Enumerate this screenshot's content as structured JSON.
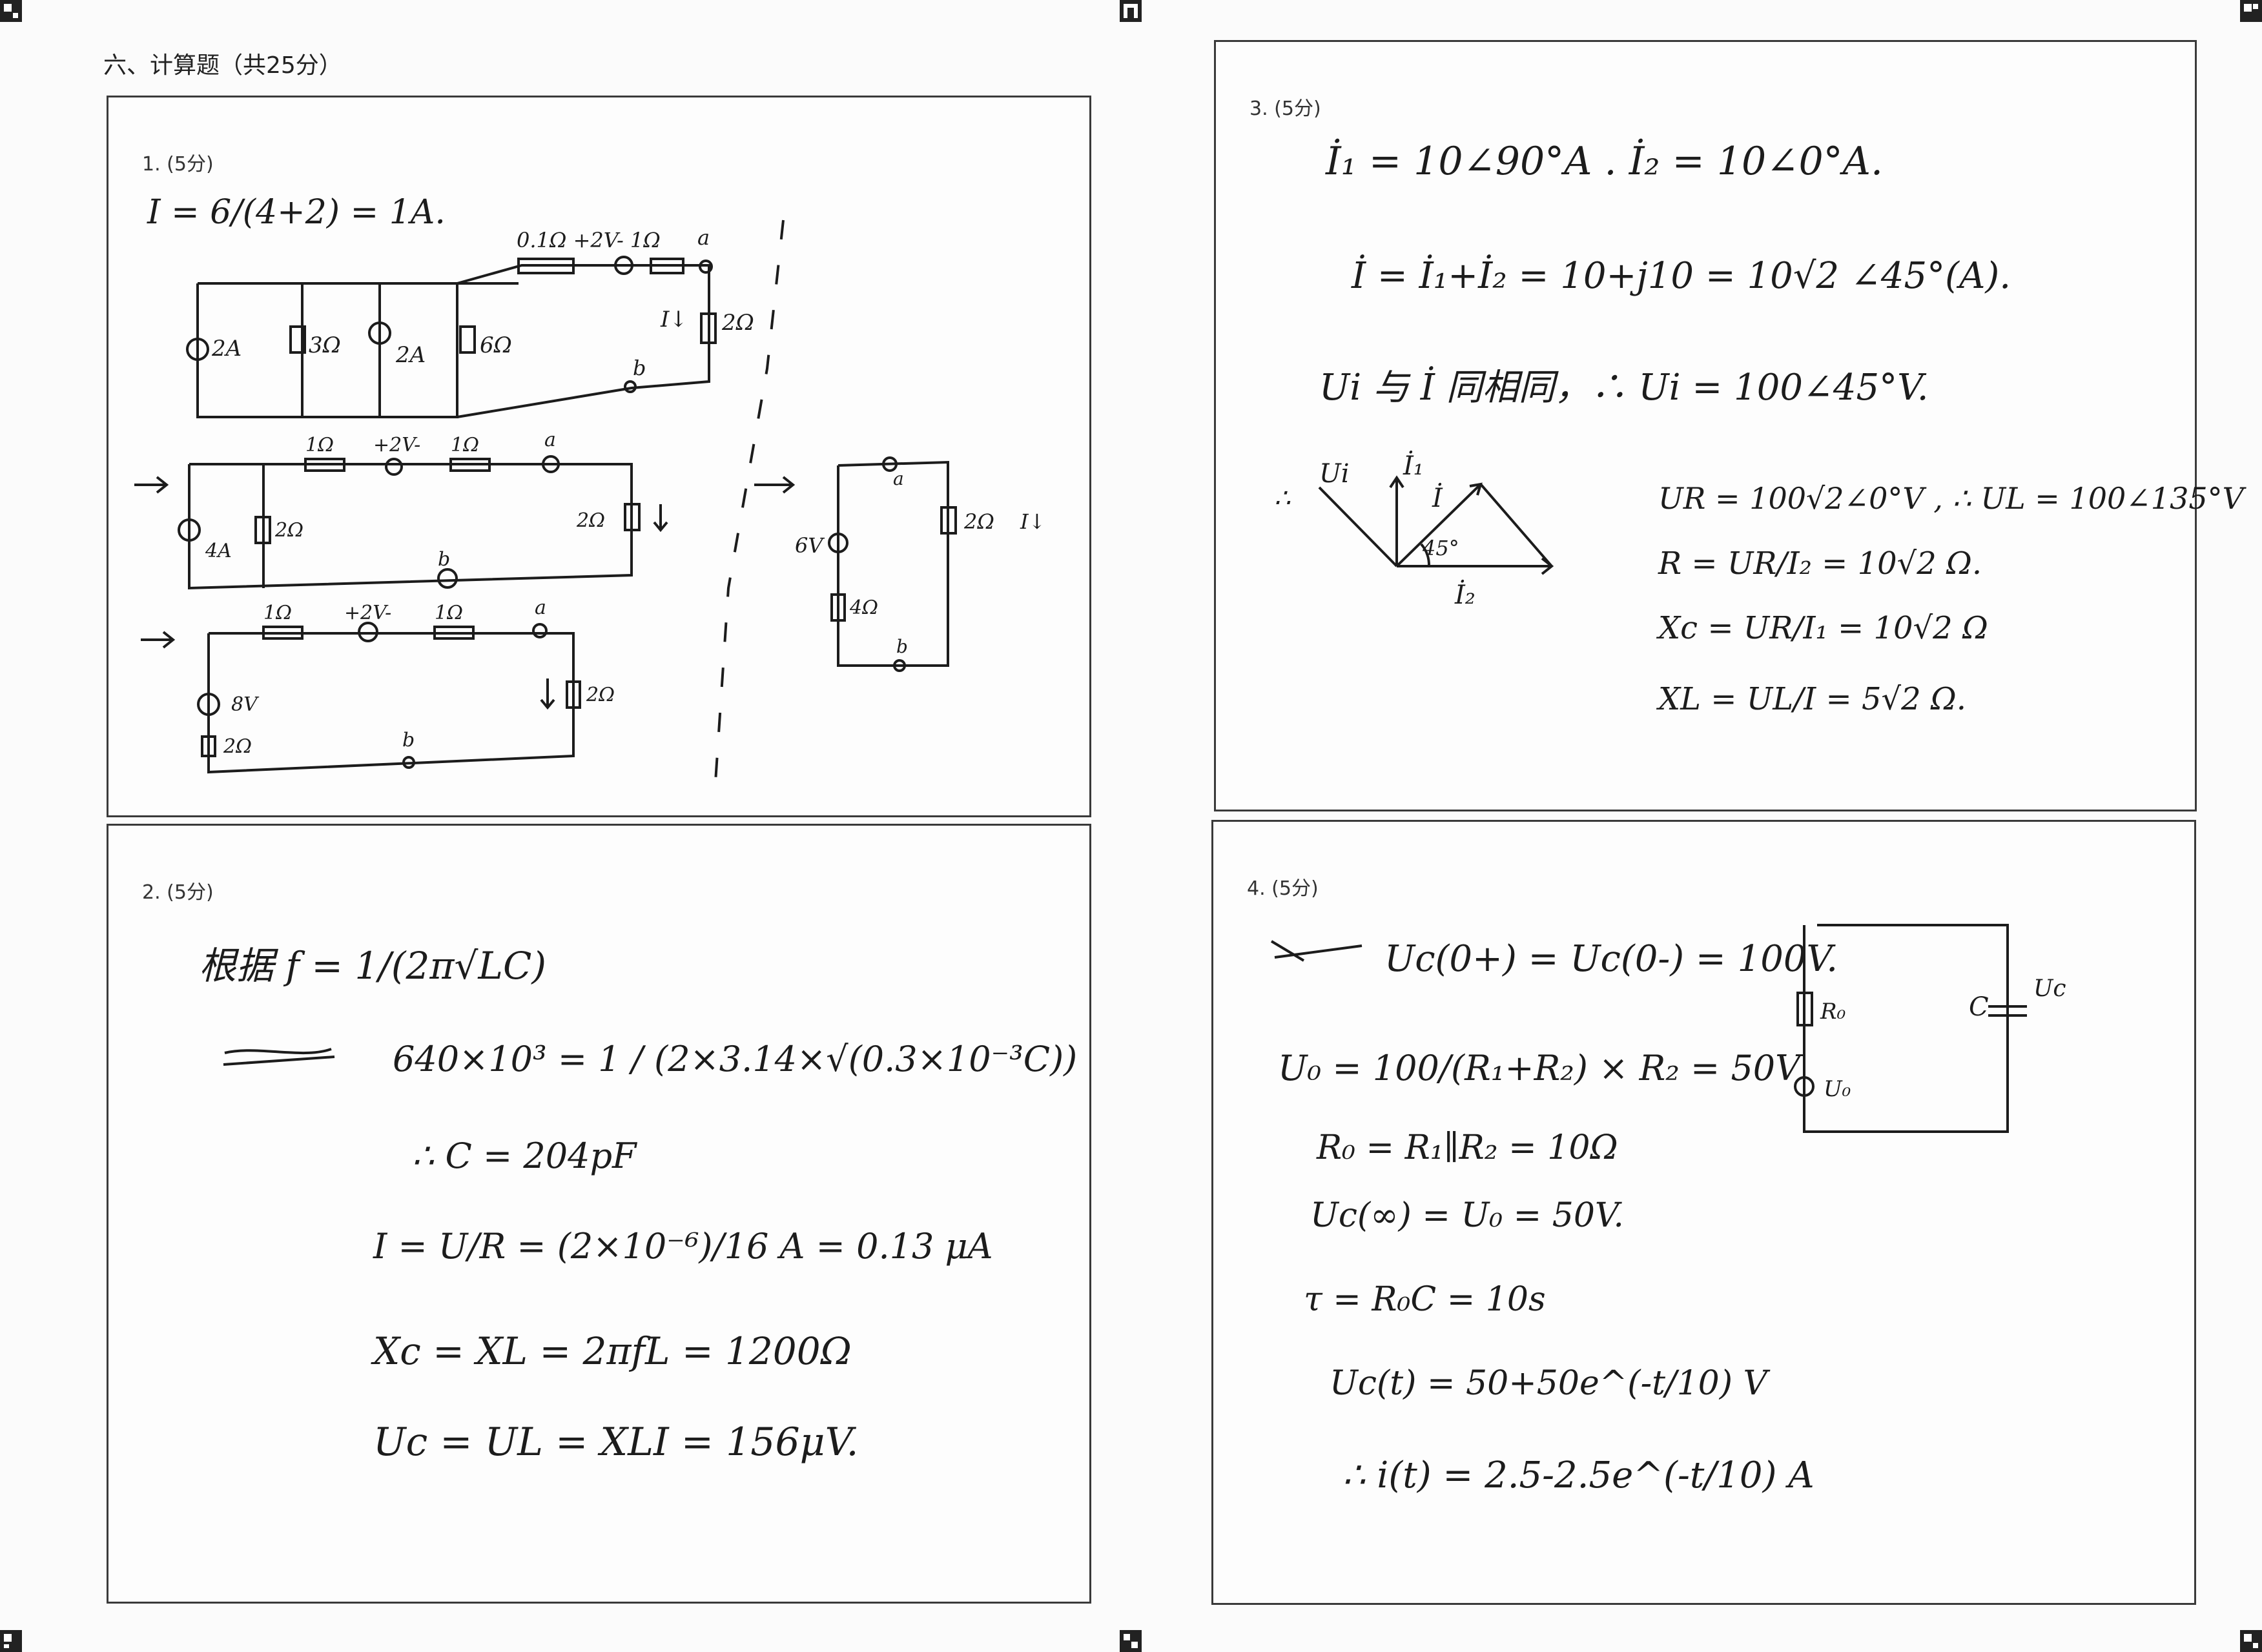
{
  "section": {
    "title": "六、计算题（共25分）"
  },
  "questions": [
    {
      "label": "1. (5分)",
      "answer_lines": [
        "I = 6/(4+2) = 1A."
      ],
      "circuit_labels": {
        "c1_top": "0.1Ω +2V- 1Ω",
        "c1_a": "a",
        "c1_b": "b",
        "c1_src1": "2A",
        "c1_r1": "3Ω",
        "c1_src2": "2A",
        "c1_r2": "6Ω",
        "c1_I": "I↓",
        "c1_r3": "2Ω",
        "c2_r1": "1Ω",
        "c2_v": "+2V-",
        "c2_r2": "1Ω",
        "c2_a": "a",
        "c2_b": "b",
        "c2_src": "4A",
        "c2_r3": "2Ω",
        "c2_r4": "2Ω",
        "c3_r1": "1Ω",
        "c3_v": "+2V-",
        "c3_r2": "1Ω",
        "c3_a": "a",
        "c3_b": "b",
        "c3_src": "8V",
        "c3_r3": "2Ω",
        "c3_r4": "2Ω",
        "c4_v": "6V",
        "c4_r1": "4Ω",
        "c4_r2": "2Ω",
        "c4_I": "I↓",
        "c4_a": "a",
        "c4_b": "b"
      }
    },
    {
      "label": "2. (5分)",
      "answer_lines": [
        "根据 f = 1/(2π√LC)",
        "640×10³ = 1 / (2×3.14×√(0.3×10⁻³C))",
        "∴ C = 204pF",
        "I = U/R = (2×10⁻⁶)/16 A = 0.13 μA",
        "Xc = XL = 2πfL = 1200Ω",
        "Uc = UL = XLI = 156μV."
      ]
    },
    {
      "label": "3. (5分)",
      "answer_lines": [
        "İ₁ = 10∠90°A . İ₂ = 10∠0°A.",
        "İ = İ₁+İ₂ = 10+j10 = 10√2 ∠45°(A).",
        "Ui 与 İ 同相同，∴ Ui = 100∠45°V.",
        "UR = 100√2∠0°V , ∴ UL = 100∠135°V",
        "R = UR/I₂ = 10√2 Ω.",
        "Xc = UR/I₁ = 10√2 Ω",
        "XL = UL/I = 5√2 Ω."
      ],
      "phasor_labels": [
        "Ui",
        "İ₁",
        "İ",
        "45°",
        "İ₂"
      ]
    },
    {
      "label": "4. (5分)",
      "answer_lines": [
        "Uc(0+) = Uc(0-) = 100V.",
        "U₀ = 100/(R₁+R₂) × R₂ = 50V",
        "R₀ = R₁∥R₂ = 10Ω",
        "Uc(∞) = U₀ = 50V.",
        "τ = R₀C = 10s",
        "Uc(t) = 50+50e^(-t/10) V",
        "∴ i(t) = 2.5-2.5e^(-t/10) A"
      ],
      "circuit_labels": [
        "R₀",
        "U₀",
        "C",
        "Uc"
      ]
    }
  ]
}
